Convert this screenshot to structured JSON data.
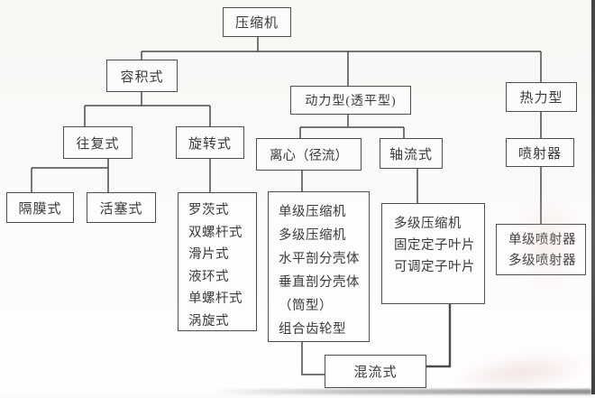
{
  "colors": {
    "line": "#4a4a4a",
    "text": "#3a3a3a",
    "background": "#fbfaf8",
    "box_border": "#4e4e4e"
  },
  "nodes": {
    "compressor": {
      "label": "压缩机"
    },
    "positive_displacement": {
      "label": "容积式"
    },
    "dynamic": {
      "label": "动力型(透平型)"
    },
    "thermal": {
      "label": "热力型"
    },
    "reciprocating": {
      "label": "往复式"
    },
    "rotary": {
      "label": "旋转式"
    },
    "centrifugal": {
      "label": "离心（径流）"
    },
    "axial": {
      "label": "轴流式"
    },
    "ejector": {
      "label": "喷射器"
    },
    "diaphragm": {
      "label": "隔膜式"
    },
    "piston": {
      "label": "活塞式"
    },
    "rotary_types": {
      "items": [
        "罗茨式",
        "双螺杆式",
        "滑片式",
        "液环式",
        "单螺杆式",
        "涡旋式"
      ]
    },
    "centrifugal_types": {
      "items": [
        "单级压缩机",
        "多级压缩机",
        "水平剖分壳体",
        "垂直剖分壳体",
        "（筒型）",
        "组合齿轮型"
      ]
    },
    "axial_types": {
      "items": [
        "多级压缩机",
        "固定定子叶片",
        "可调定子叶片"
      ]
    },
    "ejector_types": {
      "items": [
        "单级喷射器",
        "多级喷射器"
      ]
    },
    "mixed_flow": {
      "label": "混流式"
    }
  }
}
